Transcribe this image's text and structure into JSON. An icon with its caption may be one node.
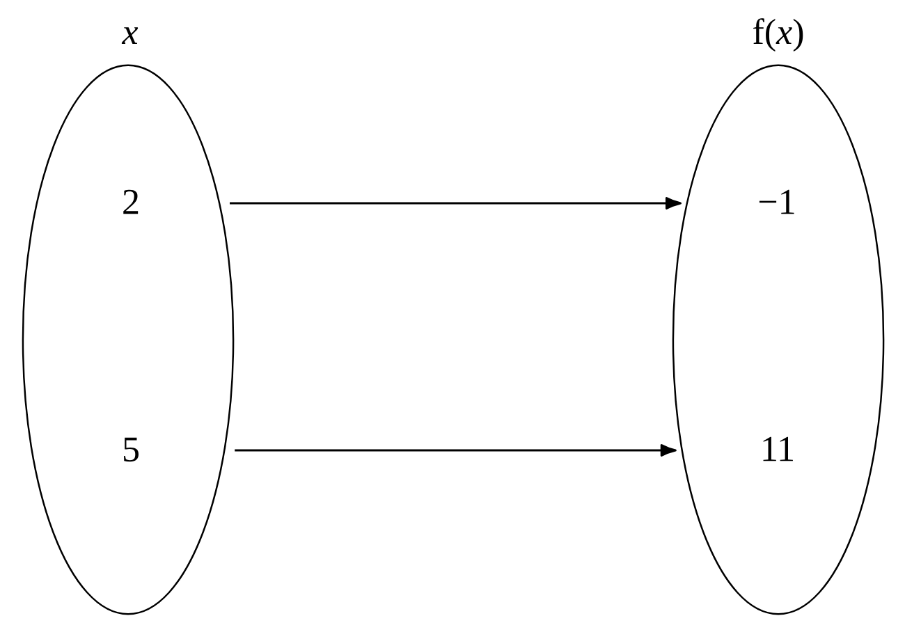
{
  "diagram": {
    "nodes": [
      {
        "text": [
          "x"
        ]
      },
      {
        "text": [
          "2"
        ],
        "in": 0
      },
      {
        "text": [
          "5"
        ],
        "in": 0
      },
      {
        "text": [
          "f(*x*)"
        ]
      },
      {
        "text": [
          "−1"
        ],
        "in": 3
      },
      {
        "text": [
          "11"
        ],
        "in": 3
      }
    ],
    "edges": [
      {
        "from": 0,
        "to": 3,
        "arrow": "to"
      },
      {
        "from": 0,
        "to": 3,
        "arrow": "to"
      }
    ]
  }
}
